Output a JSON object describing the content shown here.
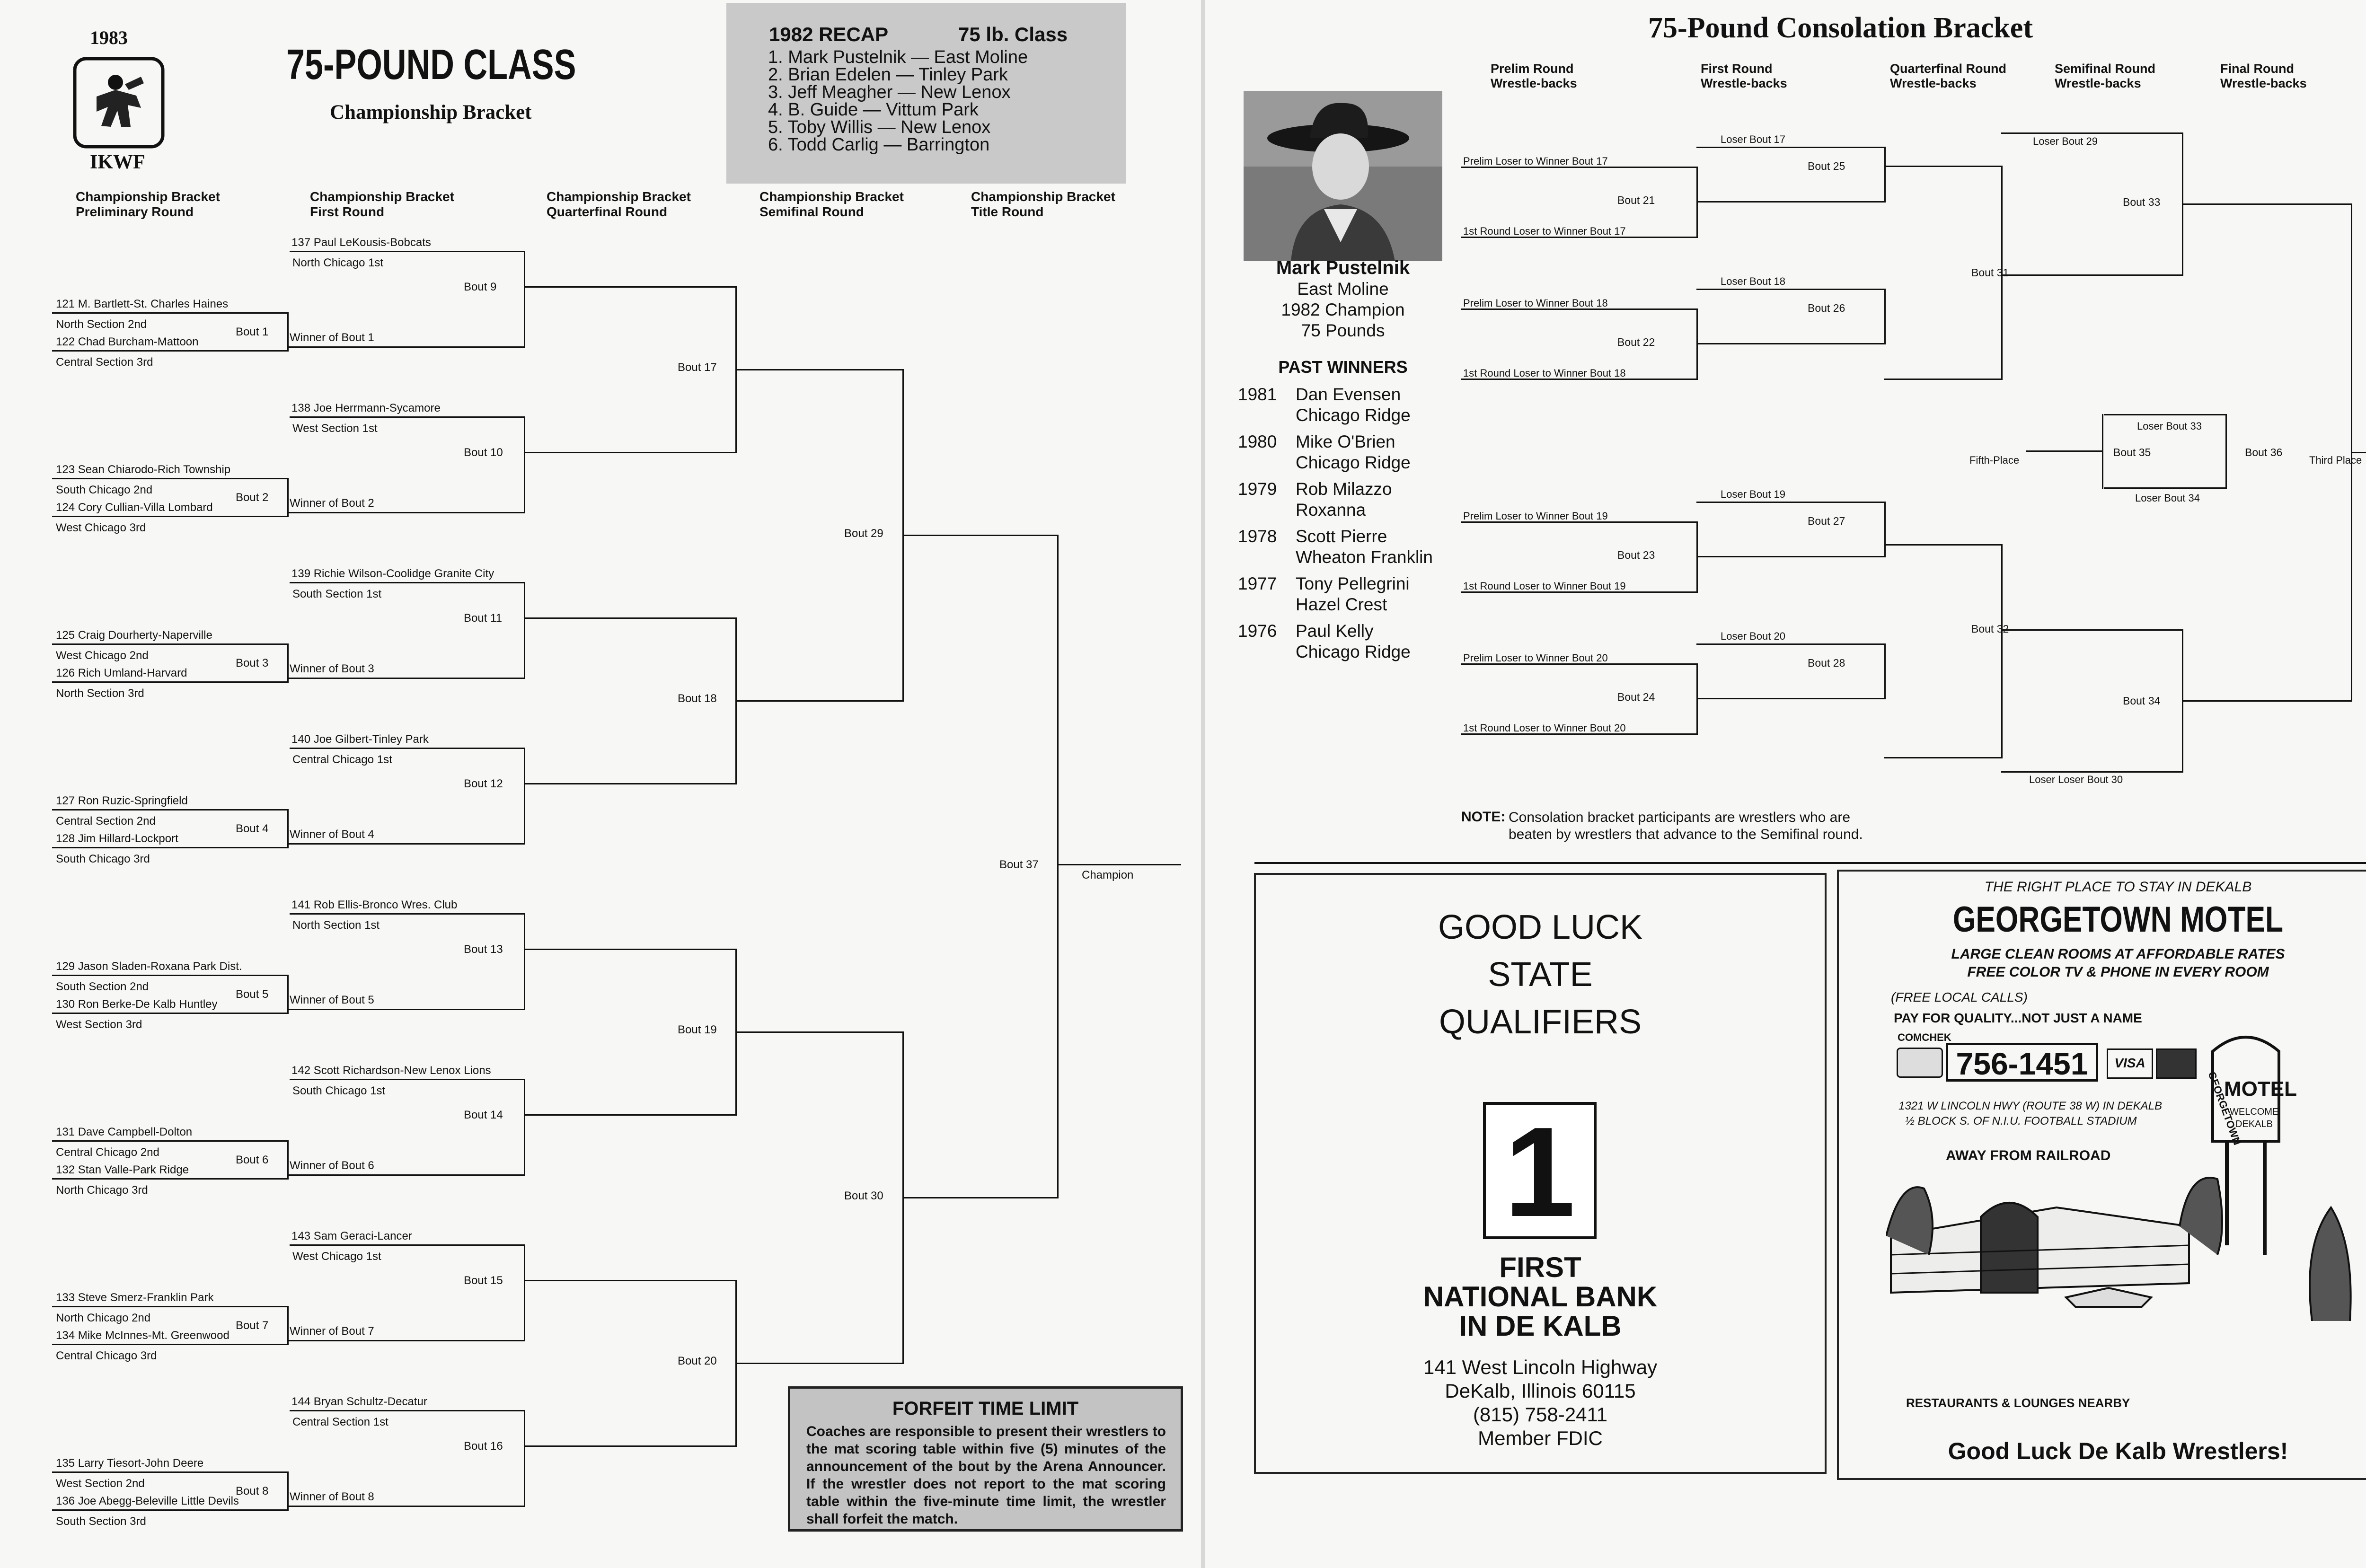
{
  "left": {
    "year": "1983",
    "org": "IKWF",
    "title": "75-POUND CLASS",
    "subtitle": "Championship Bracket",
    "recap": {
      "title": "1982 RECAP",
      "class": "75 lb. Class",
      "lines": [
        "1. Mark Pustelnik — East Moline",
        "2. Brian Edelen — Tinley Park",
        "3. Jeff Meagher — New Lenox",
        "4. B. Guide — Vittum Park",
        "5. Toby Willis — New Lenox",
        "6. Todd Carlig — Barrington"
      ]
    },
    "headers": [
      "Championship Bracket\nPreliminary Round",
      "Championship Bracket\nFirst Round",
      "Championship Bracket\nQuarterfinal Round",
      "Championship Bracket\nSemifinal Round",
      "Championship Bracket\nTitle Round"
    ],
    "prelim": [
      {
        "top": "121 M. Bartlett-St. Charles Haines",
        "top_sub": "North Section 2nd",
        "bot": "122 Chad Burcham-Mattoon",
        "bot_sub": "Central Section 3rd",
        "bout": "Bout 1",
        "winner": "Winner of Bout 1"
      },
      {
        "top": "123 Sean Chiarodo-Rich Township",
        "top_sub": "South Chicago 2nd",
        "bot": "124 Cory Cullian-Villa Lombard",
        "bot_sub": "West Chicago 3rd",
        "bout": "Bout 2",
        "winner": "Winner of Bout 2"
      },
      {
        "top": "125 Craig Dourherty-Naperville",
        "top_sub": "West Chicago 2nd",
        "bot": "126 Rich Umland-Harvard",
        "bot_sub": "North Section 3rd",
        "bout": "Bout 3",
        "winner": "Winner of Bout 3"
      },
      {
        "top": "127 Ron Ruzic-Springfield",
        "top_sub": "Central Section 2nd",
        "bot": "128 Jim Hillard-Lockport",
        "bot_sub": "South Chicago 3rd",
        "bout": "Bout 4",
        "winner": "Winner of Bout 4"
      },
      {
        "top": "129 Jason Sladen-Roxana Park Dist.",
        "top_sub": "South Section 2nd",
        "bot": "130 Ron Berke-De Kalb Huntley",
        "bot_sub": "West Section 3rd",
        "bout": "Bout 5",
        "winner": "Winner of Bout 5"
      },
      {
        "top": "131 Dave Campbell-Dolton",
        "top_sub": "Central Chicago 2nd",
        "bot": "132 Stan Valle-Park Ridge",
        "bot_sub": "North Chicago 3rd",
        "bout": "Bout 6",
        "winner": "Winner of Bout 6"
      },
      {
        "top": "133 Steve Smerz-Franklin Park",
        "top_sub": "North Chicago 2nd",
        "bot": "134 Mike McInnes-Mt. Greenwood",
        "bot_sub": "Central Chicago 3rd",
        "bout": "Bout 7",
        "winner": "Winner of Bout 7"
      },
      {
        "top": "135 Larry Tiesort-John Deere",
        "top_sub": "West Section 2nd",
        "bot": "136 Joe Abegg-Beleville Little Devils",
        "bot_sub": "South Section 3rd",
        "bout": "Bout 8",
        "winner": "Winner of Bout 8"
      }
    ],
    "first": [
      {
        "name": "137 Paul LeKousis-Bobcats",
        "sub": "North Chicago 1st",
        "bout": "Bout 9"
      },
      {
        "name": "138 Joe Herrmann-Sycamore",
        "sub": "West Section 1st",
        "bout": "Bout 10"
      },
      {
        "name": "139 Richie Wilson-Coolidge Granite City",
        "sub": "South Section 1st",
        "bout": "Bout 11"
      },
      {
        "name": "140 Joe Gilbert-Tinley Park",
        "sub": "Central Chicago 1st",
        "bout": "Bout 12"
      },
      {
        "name": "141 Rob Ellis-Bronco Wres. Club",
        "sub": "North Section 1st",
        "bout": "Bout 13"
      },
      {
        "name": "142 Scott Richardson-New Lenox Lions",
        "sub": "South Chicago 1st",
        "bout": "Bout 14"
      },
      {
        "name": "143 Sam Geraci-Lancer",
        "sub": "West Chicago 1st",
        "bout": "Bout 15"
      },
      {
        "name": "144 Bryan Schultz-Decatur",
        "sub": "Central Section 1st",
        "bout": "Bout 16"
      }
    ],
    "quarter": [
      "Bout 17",
      "Bout 18",
      "Bout 19",
      "Bout 20"
    ],
    "semi": [
      "Bout 29",
      "Bout 30"
    ],
    "final": "Bout 37",
    "champion": "Champion",
    "forfeit": {
      "title": "FORFEIT TIME LIMIT",
      "body": "Coaches are responsible to present their wrestlers to the mat scoring table within five (5) minutes of the announcement of the bout by the Arena Announcer. If the wrestler does not report to the mat scoring table within the five-minute time limit, the wrestler shall forfeit the match."
    }
  },
  "right": {
    "title": "75-Pound Consolation Bracket",
    "headers": [
      "Prelim Round\nWrestle-backs",
      "First Round\nWrestle-backs",
      "Quarterfinal Round\nWrestle-backs",
      "Semifinal Round\nWrestle-backs",
      "Final Round\nWrestle-backs"
    ],
    "champion": {
      "name": "Mark Pustelnik",
      "lines": [
        "East Moline",
        "1982 Champion",
        "75 Pounds"
      ]
    },
    "past_title": "PAST WINNERS",
    "past": [
      {
        "year": "1981",
        "name": "Dan Evensen",
        "town": "Chicago Ridge"
      },
      {
        "year": "1980",
        "name": "Mike O'Brien",
        "town": "Chicago Ridge"
      },
      {
        "year": "1979",
        "name": "Rob Milazzo",
        "town": "Roxanna"
      },
      {
        "year": "1978",
        "name": "Scott Pierre",
        "town": "Wheaton Franklin"
      },
      {
        "year": "1977",
        "name": "Tony Pellegrini",
        "town": "Hazel Crest"
      },
      {
        "year": "1976",
        "name": "Paul Kelly",
        "town": "Chicago Ridge"
      }
    ],
    "groups": [
      {
        "p": "Prelim Loser to Winner Bout 17",
        "r": "1st Round Loser to Winner Bout 17",
        "b": "Bout 21",
        "l": "Loser Bout 17",
        "q": "Bout 25"
      },
      {
        "p": "Prelim Loser to Winner Bout 18",
        "r": "1st Round Loser to Winner Bout 18",
        "b": "Bout 22",
        "l": "Loser Bout 18",
        "q": "Bout 26"
      },
      {
        "p": "Prelim Loser to Winner Bout 19",
        "r": "1st Round Loser to Winner Bout 19",
        "b": "Bout 23",
        "l": "Loser Bout 19",
        "q": "Bout 27"
      },
      {
        "p": "Prelim Loser to Winner Bout 20",
        "r": "1st Round Loser to Winner Bout 20",
        "b": "Bout 24",
        "l": "Loser Bout 20",
        "q": "Bout 28"
      }
    ],
    "b31": "Bout 31",
    "b32": "Bout 32",
    "b33": "Bout 33",
    "b34": "Bout 34",
    "b35": "Bout 35",
    "b36": "Bout 36",
    "loser29": "Loser Bout 29",
    "loser_loser30": "Loser Loser Bout 30",
    "loser33": "Loser Bout 33",
    "loser34": "Loser Bout 34",
    "fifth": "Fifth-Place",
    "third": "Third Place",
    "note_label": "NOTE:",
    "note": "Consolation bracket participants are wrestlers who are\nbeaten by wrestlers that advance to the Semifinal round.",
    "bank": {
      "l1": "GOOD LUCK",
      "l2": "STATE",
      "l3": "QUALIFIERS",
      "logo": "1",
      "n1": "FIRST",
      "n2": "NATIONAL BANK",
      "n3": "IN DE KALB",
      "a1": "141 West Lincoln Highway",
      "a2": "DeKalb, Illinois 60115",
      "a3": "(815) 758-2411",
      "a4": "Member FDIC"
    },
    "motel": {
      "tag": "THE RIGHT PLACE TO STAY IN DEKALB",
      "name": "GEORGETOWN MOTEL",
      "l1": "LARGE CLEAN ROOMS AT AFFORDABLE RATES",
      "l2": "FREE COLOR TV & PHONE IN EVERY ROOM",
      "l3": "(FREE LOCAL CALLS)",
      "l4": "PAY FOR QUALITY...NOT JUST A NAME",
      "comchek": "COMCHEK",
      "phone": "756-1451",
      "visa": "VISA",
      "addr1": "1321 W LINCOLN HWY (ROUTE 38 W) IN DEKALB",
      "addr2": "½ BLOCK S. OF N.I.U. FOOTBALL STADIUM",
      "away": "AWAY FROM RAILROAD",
      "sign1": "GEORGETOWN",
      "sign2": "MOTEL",
      "sign3": "WELCOME",
      "sign4": "DEKALB",
      "rest": "RESTAURANTS & LOUNGES NEARBY",
      "cta": "Good Luck De Kalb Wrestlers!"
    }
  }
}
